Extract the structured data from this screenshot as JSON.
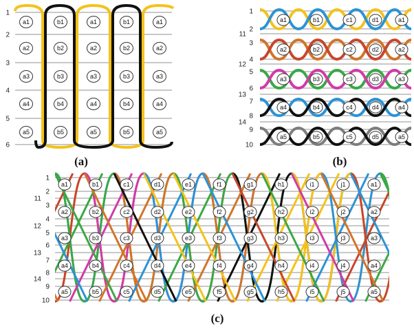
{
  "colors": {
    "grid": "#b5b5b5",
    "yellow": "#f3c21b",
    "black": "#111111",
    "blue": "#2b93d6",
    "orange": "#d2742a",
    "green": "#3aa845",
    "red": "#c7462c",
    "magenta": "#d23aa8",
    "gray": "#7d7d7d"
  },
  "panels": {
    "a": {
      "label": "(a)",
      "row_labels": [
        "1",
        "2",
        "3",
        "4",
        "5",
        "6"
      ],
      "columns": [
        "a",
        "b",
        "a",
        "b",
        "a"
      ],
      "node_rows": [
        "1",
        "2",
        "3",
        "4",
        "5"
      ]
    },
    "b": {
      "label": "(b)",
      "row_labels": [
        "1",
        "2",
        "3",
        "4",
        "5",
        "6",
        "7",
        "8",
        "9",
        "10"
      ],
      "aux_row_labels": [
        "11",
        "12",
        "13",
        "14"
      ],
      "columns": [
        "a",
        "b",
        "c",
        "d",
        "a"
      ],
      "node_rows": [
        "1",
        "2",
        "3",
        "4",
        "5"
      ]
    },
    "c": {
      "label": "(c)",
      "row_labels": [
        "1",
        "2",
        "3",
        "4",
        "5",
        "6",
        "7",
        "8",
        "9",
        "10"
      ],
      "aux_row_labels": [
        "11",
        "12",
        "13",
        "14"
      ],
      "columns": [
        "a",
        "b",
        "c",
        "d",
        "e",
        "f",
        "g",
        "h",
        "i",
        "j",
        "a"
      ],
      "node_rows": [
        "1",
        "2",
        "3",
        "4",
        "5"
      ]
    }
  }
}
